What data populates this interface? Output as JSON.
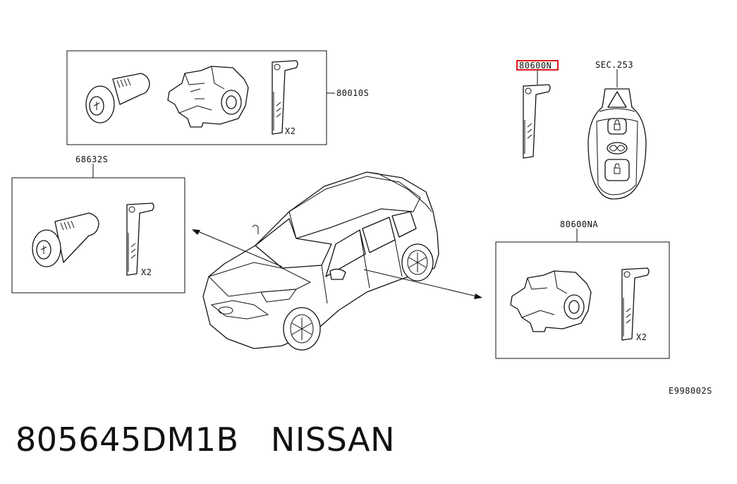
{
  "labels": {
    "box_top": "80010S",
    "box_left": "68632S",
    "box_right": "80600NA",
    "key_highlight": "80600N",
    "sec_ref": "SEC.253",
    "qty_top": "X2",
    "qty_left": "X2",
    "qty_right": "X2",
    "diagram_code": "E998002S"
  },
  "part_number": "805645DM1B",
  "brand": "NISSAN",
  "colors": {
    "highlight": "#e0191e",
    "line": "#111111"
  }
}
